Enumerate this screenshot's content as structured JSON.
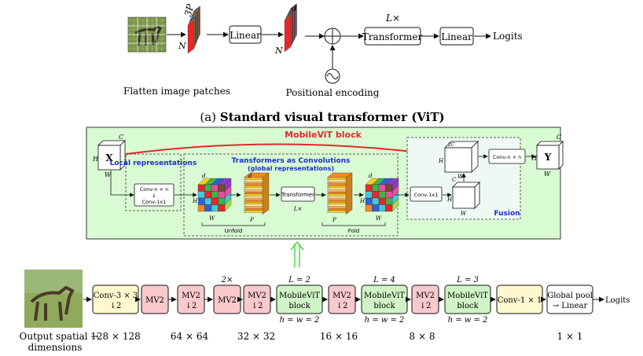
{
  "vit": {
    "flatten_label": "Flatten image patches",
    "dim_3p": "3P",
    "dim_n": "N",
    "dim_d": "d",
    "linear1": "Linear",
    "positional": "Positional encoding",
    "l_times": "L×",
    "transformer": "Transformer",
    "linear2": "Linear",
    "logits": "Logits",
    "caption_prefix": "(a) ",
    "caption_bold": "Standard visual transformer (ViT)"
  },
  "block": {
    "title": "MobileViT block",
    "x_label": "X",
    "y_label": "Y",
    "c": "C",
    "h": "H",
    "w": "W",
    "d": "d",
    "p": "P",
    "local_title": "Local representations",
    "local_conv_nn": "Conv-n × n",
    "local_conv_11": "Conv-1x1",
    "transformers_title": "Transformers as Convolutions",
    "transformers_subtitle": "(global representations)",
    "transformer_box": "Transformer",
    "l_times": "L×",
    "unfold": "Unfold",
    "fold": "Fold",
    "fusion_title": "Fusion",
    "fusion_conv11": "Conv-1x1",
    "fusion_convnn": "Conv-n × n",
    "channel_2c": "2C"
  },
  "pipeline": {
    "stages": [
      {
        "label": "Conv-3 × 3",
        "sub": "↓2",
        "kind": "conv",
        "above": "",
        "below": ""
      },
      {
        "label": "MV2",
        "sub": "",
        "kind": "mv2",
        "above": "",
        "below": ""
      },
      {
        "label": "MV2",
        "sub": "↓2",
        "kind": "mv2",
        "above": "",
        "below": ""
      },
      {
        "label": "MV2",
        "sub": "",
        "kind": "mv2",
        "above": "2×",
        "below": ""
      },
      {
        "label": "MV2",
        "sub": "↓2",
        "kind": "mv2",
        "above": "",
        "below": ""
      },
      {
        "label": "MobileViT",
        "sub": "block",
        "kind": "mvit",
        "above": "L = 2",
        "below": "h = w = 2"
      },
      {
        "label": "MV2",
        "sub": "↓2",
        "kind": "mv2",
        "above": "",
        "below": ""
      },
      {
        "label": "MobileViT",
        "sub": "block",
        "kind": "mvit",
        "above": "L = 4",
        "below": "h = w = 2"
      },
      {
        "label": "MV2",
        "sub": "↓2",
        "kind": "mv2",
        "above": "",
        "below": ""
      },
      {
        "label": "MobileViT",
        "sub": "block",
        "kind": "mvit",
        "above": "L = 3",
        "below": "h = w = 2"
      },
      {
        "label": "Conv-1 × 1",
        "sub": "",
        "kind": "conv",
        "above": "",
        "below": ""
      },
      {
        "label": "Global pool",
        "sub": "→ Linear",
        "kind": "plain",
        "above": "",
        "below": ""
      }
    ],
    "logits": "Logits",
    "spatial_label_1": "Output spatial →",
    "spatial_label_2": "dimensions",
    "spatial": [
      "128 × 128",
      "64 × 64",
      "32 × 32",
      "16 × 16",
      "8 × 8",
      "1 × 1"
    ]
  },
  "colors": {
    "green_panel": "#d9fbd3",
    "conv_fill": "#fff8cf",
    "mv2_fill": "#f9c9cc",
    "mvit_fill": "#cff5c6",
    "red_title": "#e8262b",
    "blue_title": "#1c2fd0",
    "arrow_green": "#2fd62c"
  }
}
